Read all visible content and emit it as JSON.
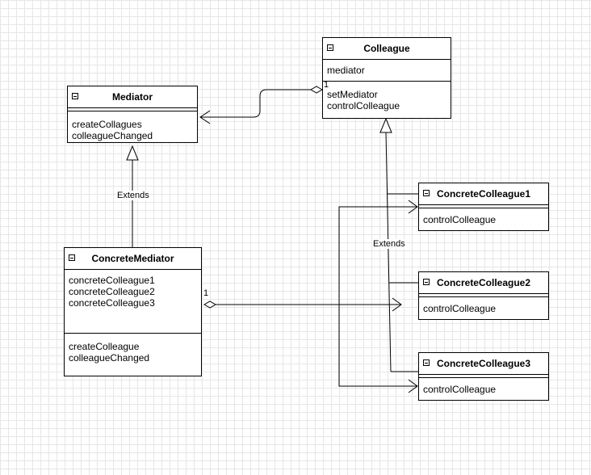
{
  "classes": {
    "colleague": {
      "name": "Colleague",
      "attributes": [
        "mediator"
      ],
      "operations": [
        "setMediator",
        "controlColleague"
      ]
    },
    "mediator": {
      "name": "Mediator",
      "operations": [
        "createCollagues",
        "colleagueChanged"
      ]
    },
    "concrete_mediator": {
      "name": "ConcreteMediator",
      "attributes": [
        "concreteColleague1",
        "concreteColleague2",
        "concreteColleague3"
      ],
      "operations": [
        "createColleague",
        "colleagueChanged"
      ]
    },
    "concrete_colleague1": {
      "name": "ConcreteColleague1",
      "operations": [
        "controlColleague"
      ]
    },
    "concrete_colleague2": {
      "name": "ConcreteColleague2",
      "operations": [
        "controlColleague"
      ]
    },
    "concrete_colleague3": {
      "name": "ConcreteColleague3",
      "operations": [
        "controlColleague"
      ]
    }
  },
  "labels": {
    "extends_left": "Extends",
    "extends_right": "Extends",
    "multiplicity_colleague": "1",
    "multiplicity_mediator": "1"
  }
}
